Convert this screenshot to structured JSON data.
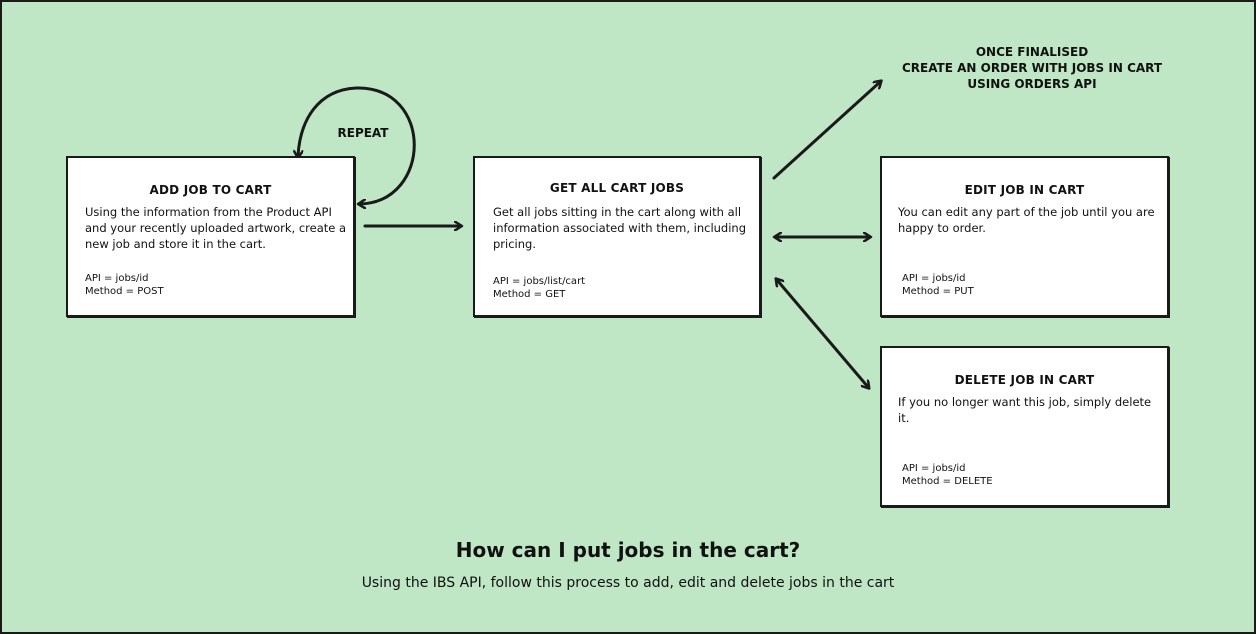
{
  "diagram": {
    "heading": "How can I put jobs in the cart?",
    "subheading": "Using the IBS API, follow this process to add, edit and delete jobs in the cart",
    "repeat_label": "REPEAT",
    "order_note": {
      "line1": "ONCE FINALISED",
      "line2": "CREATE AN ORDER WITH JOBS IN CART",
      "line3": "USING ORDERS API"
    },
    "boxes": {
      "add": {
        "title": "ADD JOB TO CART",
        "description": "Using the information from the Product API and your recently uploaded artwork, create a new job and store it in the cart.",
        "api": "API = jobs/id",
        "method": "Method = POST"
      },
      "get": {
        "title": "GET ALL CART JOBS",
        "description": "Get all jobs sitting in the cart along with all information associated with them, including pricing.",
        "api": "API = jobs/list/cart",
        "method": "Method = GET"
      },
      "edit": {
        "title": "EDIT JOB IN CART",
        "description": "You can edit any part of the job until you are happy to order.",
        "api": "API = jobs/id",
        "method": "Method = PUT"
      },
      "delete": {
        "title": "DELETE JOB IN CART",
        "description": "If you no longer want this job, simply delete it.",
        "api": "API = jobs/id",
        "method": "Method = DELETE"
      }
    }
  },
  "colors": {
    "background": "#bfe6c5",
    "box_fill": "#ffffff",
    "stroke": "#1a1a1a"
  }
}
